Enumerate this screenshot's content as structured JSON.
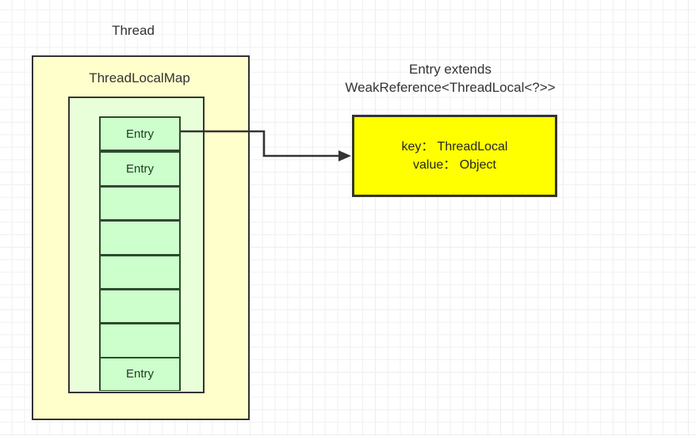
{
  "diagram": {
    "title_thread": "Thread",
    "title_map": "ThreadLocalMap",
    "entry_header_line1": "Entry extends",
    "entry_header_line2": "WeakReference<ThreadLocal<?>>",
    "entry_cells": [
      {
        "label": "Entry"
      },
      {
        "label": "Entry"
      },
      {
        "label": ""
      },
      {
        "label": ""
      },
      {
        "label": ""
      },
      {
        "label": ""
      },
      {
        "label": ""
      },
      {
        "label": "Entry"
      }
    ],
    "entry_detail": {
      "key_line": "key： ThreadLocal",
      "value_line": "value： Object"
    },
    "colors": {
      "thread_fill": "#ffffcc",
      "map_fill": "#e9ffd9",
      "cell_fill": "#ccffcc",
      "entry_fill": "#ffff00",
      "stroke": "#333333",
      "cell_stroke": "#2d4a2d",
      "text": "#333333",
      "grid_minor": "#f0f0f2",
      "grid_major": "#e4e4e8"
    }
  }
}
